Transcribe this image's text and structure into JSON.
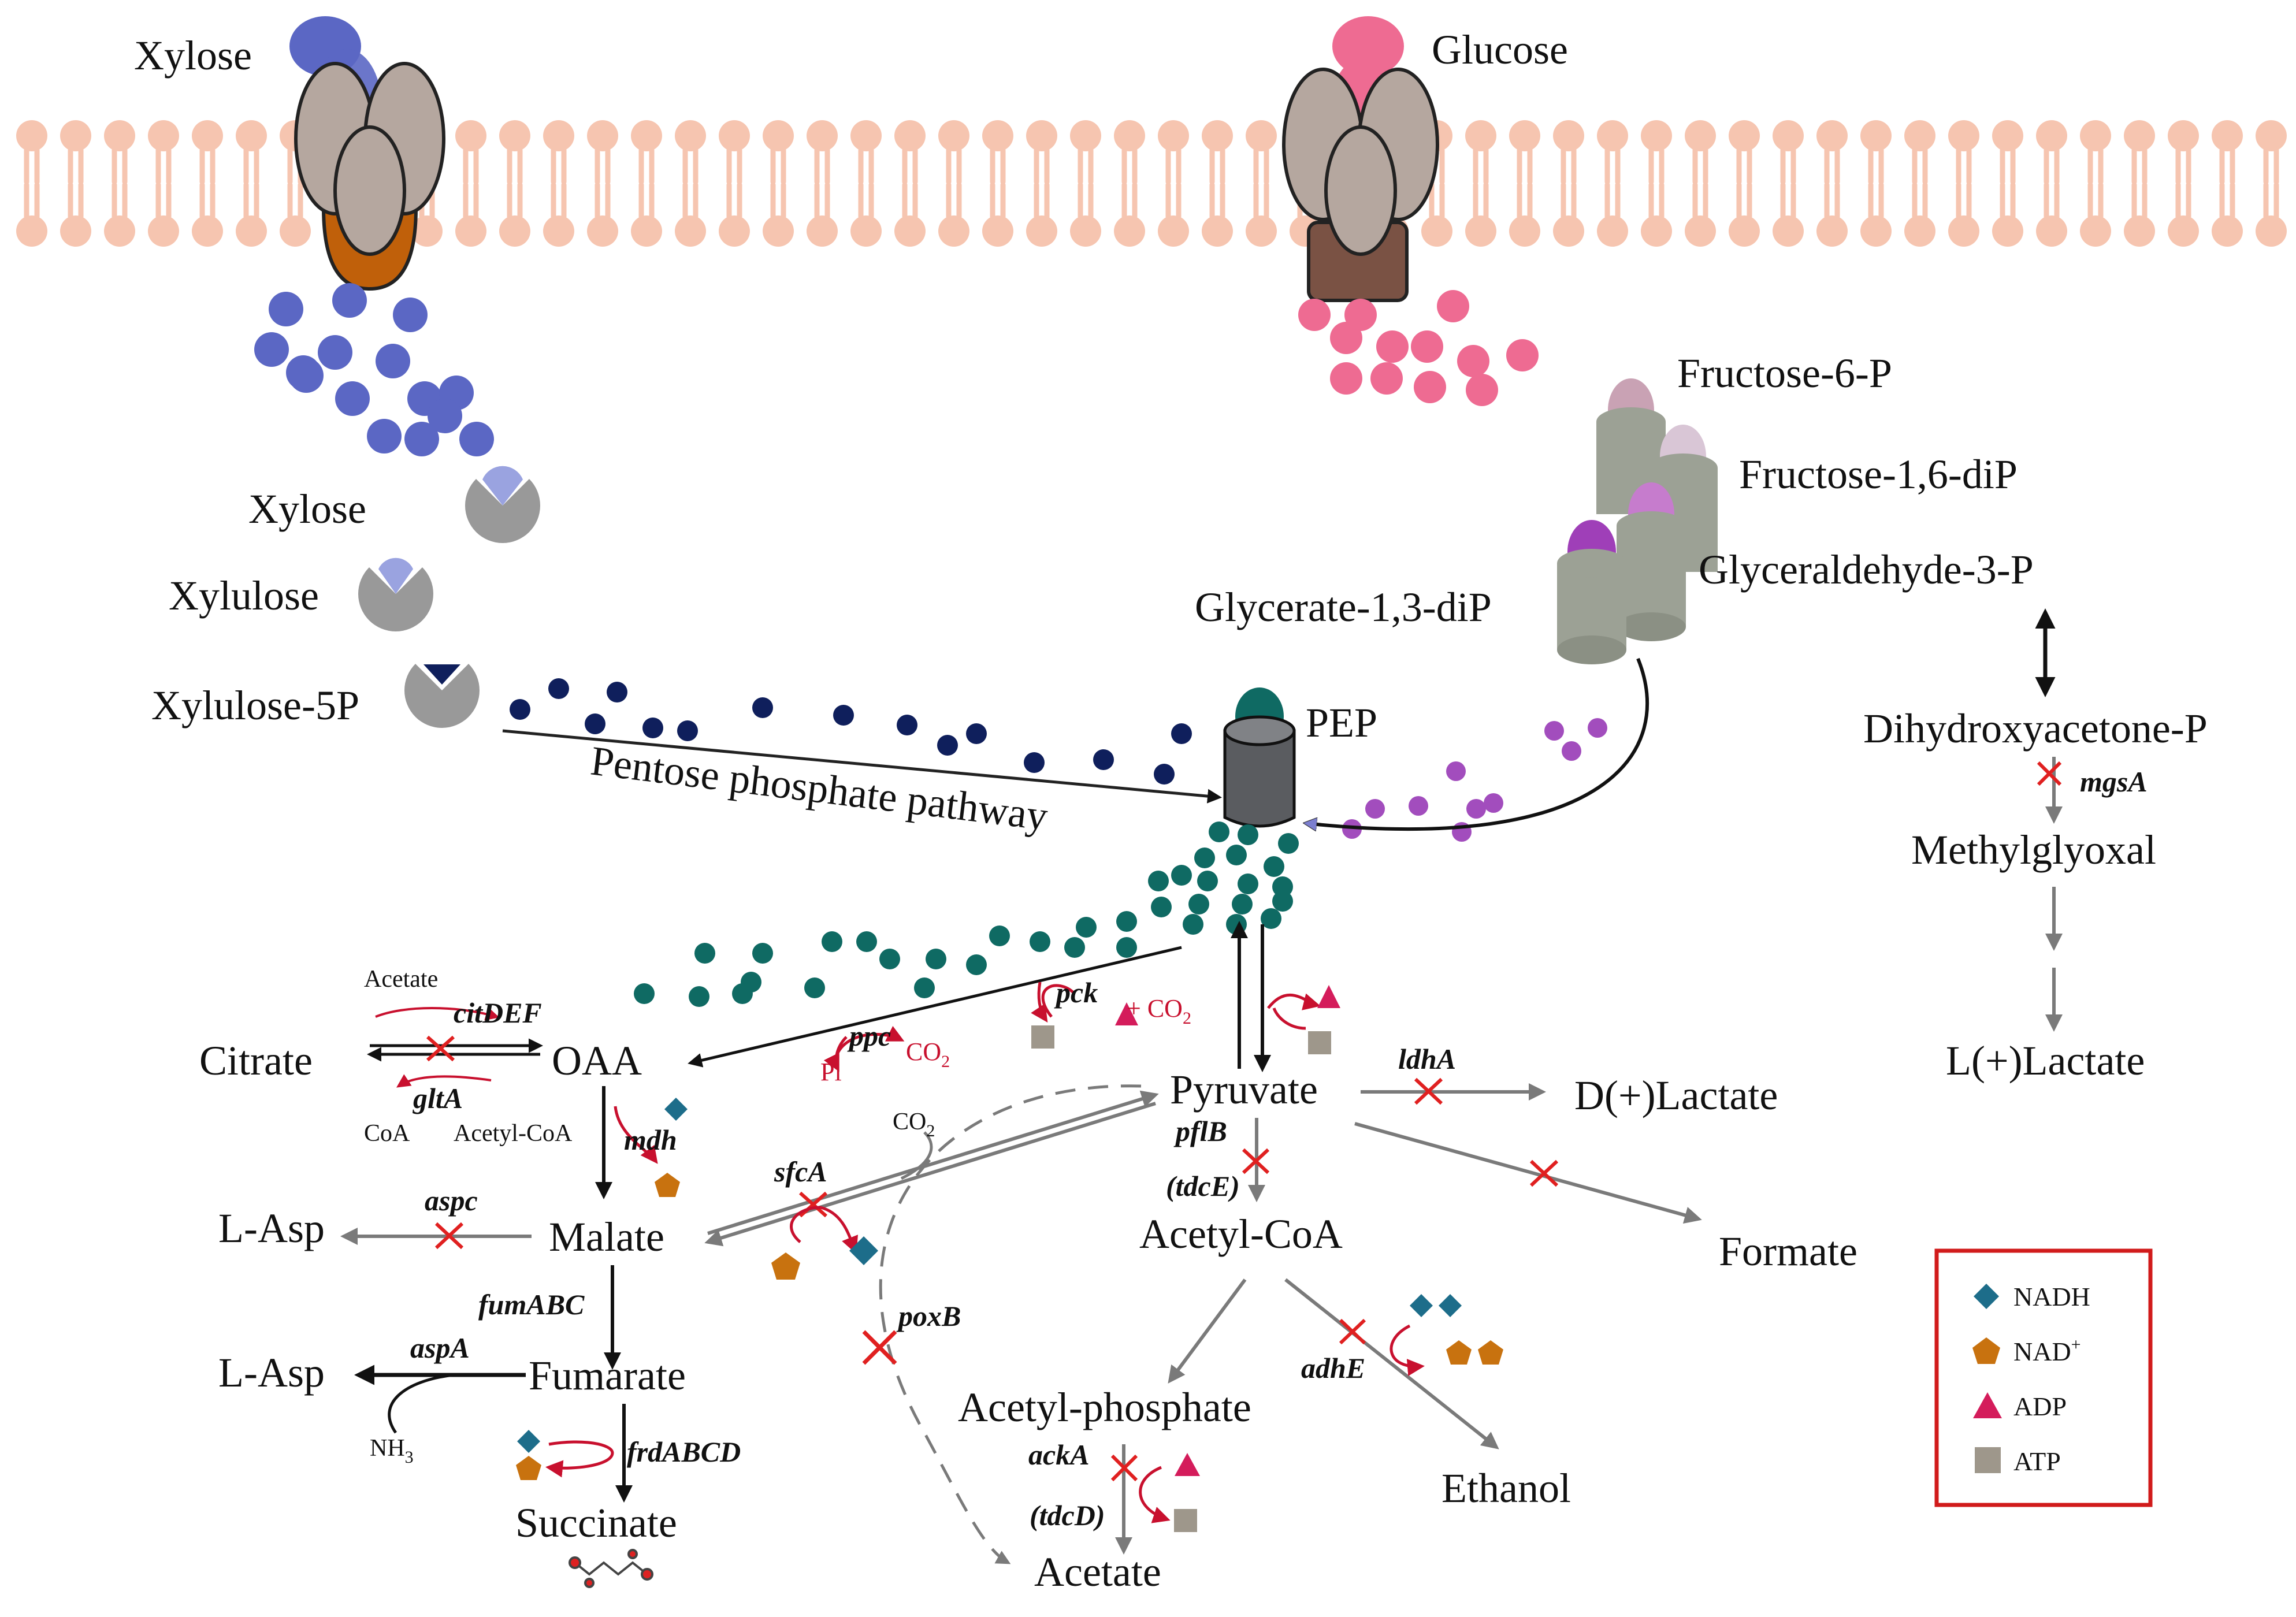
{
  "colors": {
    "xylose": "#5b67c4",
    "glucose": "#ee6b92",
    "membrane": "#f6c5b0",
    "transporter": "#b5a79f",
    "xylose_base": "#c0600a",
    "glucose_base": "#7a5244",
    "pep": "#0f6a63",
    "glycolysis_dots": "#a24dbd",
    "ppp_dots": "#0f1f5c",
    "knockout": "#e02020",
    "cofactor_arrow": "#c8102e",
    "nadh": "#1d6d8a",
    "nad": "#c8720f",
    "adp": "#d41c5b",
    "atp": "#9e978b",
    "legend_border": "#d11b1b"
  },
  "labels": {
    "xylose_out": "Xylose",
    "glucose_out": "Glucose",
    "xylose_in": "Xylose",
    "xylulose": "Xylulose",
    "xylulose5p": "Xylulose-5P",
    "ppp": "Pentose phosphate pathway",
    "f6p": "Fructose-6-P",
    "f16dp": "Fructose-1,6-diP",
    "g3p": "Glyceraldehyde-3-P",
    "g13dp": "Glycerate-1,3-diP",
    "pep": "PEP",
    "dhap": "Dihydroxyacetone-P",
    "methylglyoxal": "Methylglyoxal",
    "l_lactate": "L(+)Lactate",
    "pyruvate": "Pyruvate",
    "d_lactate": "D(+)Lactate",
    "formate": "Formate",
    "acetyl_coa": "Acetyl-CoA",
    "acetyl_phosphate": "Acetyl-phosphate",
    "acetate": "Acetate",
    "ethanol": "Ethanol",
    "citrate": "Citrate",
    "oaa": "OAA",
    "malate": "Malate",
    "fumarate": "Fumarate",
    "succinate": "Succinate",
    "l_asp_1": "L-Asp",
    "l_asp_2": "L-Asp",
    "acetate_small": "Acetate",
    "coa": "CoA",
    "acetyl_coa_small": "Acetyl-CoA",
    "nh3": "NH",
    "nh3_sub": "3",
    "co2_top": "CO",
    "co2_top_sub": "2",
    "pi": "Pi",
    "co2_ppc": "CO",
    "co2_ppc_sub": "2",
    "co2_pck": "+ CO",
    "co2_pck_sub": "2"
  },
  "genes": {
    "mgsA": "mgsA",
    "citDEF": "citDEF",
    "gltA": "gltA",
    "mdh": "mdh",
    "aspc": "aspc",
    "fumABC": "fumABC",
    "aspA": "aspA",
    "frdABCD": "frdABCD",
    "ppc": "ppc",
    "pck": "pck",
    "sfcA": "sfcA",
    "poxB": "poxB",
    "ldhA": "ldhA",
    "pflB": "pflB",
    "tdcE": "(tdcE)",
    "adhE": "adhE",
    "ackA": "ackA",
    "tdcD": "(tdcD)"
  },
  "legend": {
    "nadh": "NADH",
    "nad": "NAD",
    "nad_sup": "+",
    "adp": "ADP",
    "atp": "ATP"
  }
}
